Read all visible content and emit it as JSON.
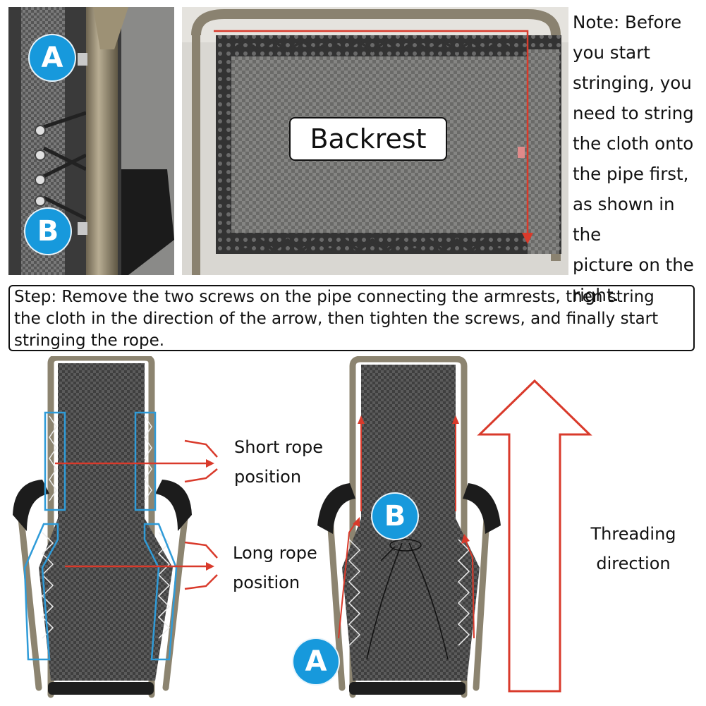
{
  "note": {
    "lines": [
      "Note: Before",
      "you start",
      "stringing, you",
      "need to string",
      "the cloth onto",
      "the pipe first,",
      "as shown in the",
      "picture on the",
      "right."
    ]
  },
  "backrest_label": "Backrest",
  "step": {
    "lines": [
      "Step: Remove the two screws on the pipe connecting the armrests, then string",
      "the cloth in the direction of the arrow, then tighten the screws, and finally start",
      "stringing the rope."
    ]
  },
  "labels": {
    "short_rope": [
      "Short rope",
      "position"
    ],
    "long_rope": [
      "Long rope",
      "position"
    ],
    "threading": [
      "Threading",
      "direction"
    ]
  },
  "badges": {
    "a": "A",
    "b": "B"
  },
  "colors": {
    "badge": "#1799dc",
    "arrow_red": "#d93a2b",
    "box_blue": "#2f9bd8",
    "frame": "#8c8470",
    "mesh": "#5c5c5c"
  },
  "icons": [
    "arrow-up-icon",
    "arrow-right-icon"
  ]
}
